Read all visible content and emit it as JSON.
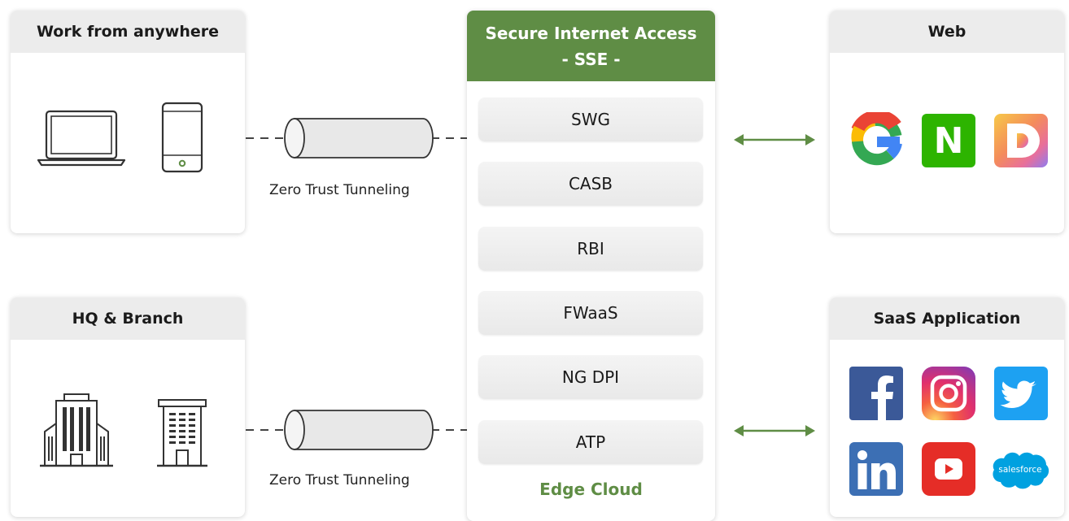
{
  "work": {
    "title": "Work from anywhere"
  },
  "hq": {
    "title": "HQ & Branch"
  },
  "tunnel_top": {
    "label": "Zero Trust Tunneling"
  },
  "tunnel_bottom": {
    "label": "Zero Trust Tunneling"
  },
  "sse": {
    "title_line1": "Secure Internet Access",
    "title_line2": "- SSE -",
    "services": [
      "SWG",
      "CASB",
      "RBI",
      "FWaaS",
      "NG DPI",
      "ATP"
    ],
    "footer": "Edge Cloud"
  },
  "web": {
    "title": "Web",
    "logos": [
      "google-icon",
      "naver-icon",
      "daum-icon"
    ]
  },
  "saas": {
    "title": "SaaS Application",
    "logos": [
      "facebook-icon",
      "instagram-icon",
      "twitter-icon",
      "linkedin-icon",
      "youtube-icon",
      "salesforce-icon"
    ],
    "salesforce_text": "salesforce"
  },
  "colors": {
    "accent": "#5f8d45",
    "header_bg": "#ececec"
  }
}
